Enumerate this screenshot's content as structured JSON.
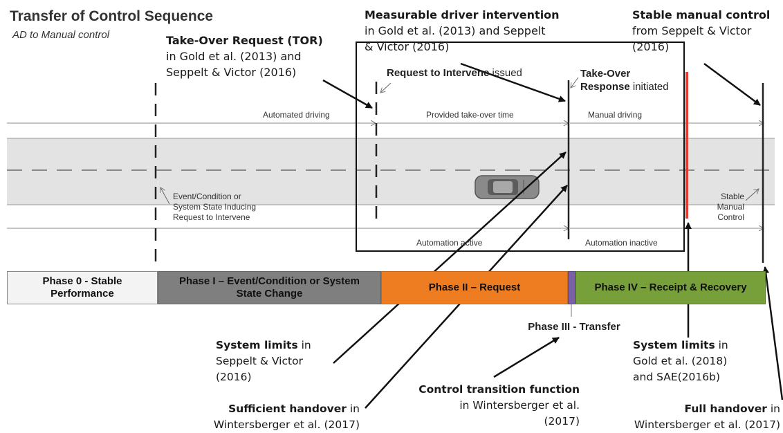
{
  "title": "Transfer of Control Sequence",
  "subtitle": "AD to Manual control",
  "tor": {
    "label": "Take-Over Request (TOR)",
    "line2": "in Gold et al. (2013) and",
    "line3": "Seppelt & Victor (2016)"
  },
  "measurable": {
    "label": "Measurable driver intervention",
    "line2": "in Gold et al. (2013) and Seppelt",
    "line3": "& Victor (2016)"
  },
  "stable": {
    "label": "Stable manual control",
    "line2": "from Seppelt & Victor",
    "line3": "(2016)"
  },
  "road": {
    "request_bold": "Request to Intervene",
    "request_rest": " issued",
    "takeover_line1": "Take-Over",
    "takeover_bold": "Response",
    "takeover_rest": " initiated",
    "automated_driving": "Automated driving",
    "provided_time": "Provided take-over time",
    "manual_driving": "Manual driving",
    "event_line1": "Event/Condition or",
    "event_line2": "System State Inducing",
    "event_line3": "Request to Intervene",
    "stable_line1": "Stable",
    "stable_line2": "Manual",
    "stable_line3": "Control",
    "automation_active": "Automation active",
    "automation_inactive": "Automation inactive"
  },
  "phases": {
    "p0_line1": "Phase 0 - Stable",
    "p0_line2": "Performance",
    "p1_line1": "Phase I – Event/Condition or System",
    "p1_line2": "State Change",
    "p2": "Phase II – Request",
    "p3": "Phase III - Transfer",
    "p4": "Phase IV – Receipt & Recovery"
  },
  "notes": {
    "sys_seppelt_bold": "System limits",
    "sys_seppelt_rest": " in",
    "sys_seppelt_line2": "Seppelt & Victor",
    "sys_seppelt_line3": "(2016)",
    "sufficient_bold": "Sufficient handover",
    "sufficient_rest": " in",
    "sufficient_line2": "Wintersberger et al. (2017)",
    "control_bold": "Control transition function",
    "control_line2": "in Wintersberger et al.",
    "control_line3": "(2017)",
    "sys_gold_bold": "System limits",
    "sys_gold_rest": " in",
    "sys_gold_line2": "Gold et al. (2018)",
    "sys_gold_line3": "and SAE(2016b)",
    "full_bold": "Full handover",
    "full_rest": " in",
    "full_line2": "Wintersberger et al. (2017)"
  },
  "colors": {
    "phase0": "#f3f3f3",
    "phase1": "#7f7f7f",
    "phase2": "#ee7d22",
    "phase3": "#7b62a8",
    "phase4": "#77a03a",
    "road": "#e3e3e3",
    "red_line": "#e83a2e"
  }
}
